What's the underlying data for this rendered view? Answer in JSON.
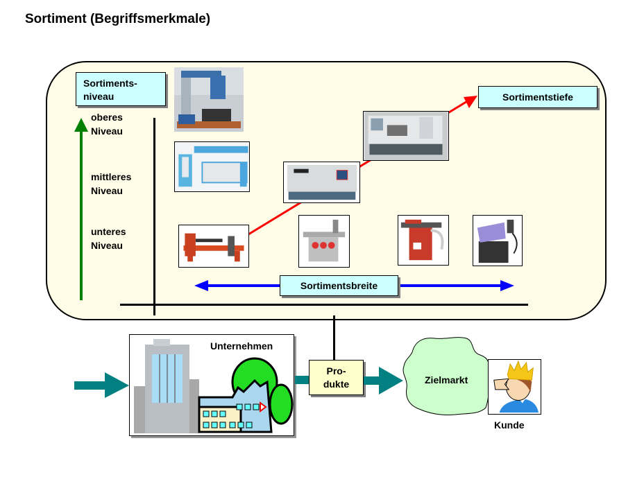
{
  "title": "Sortiment (Begriffsmerkmale)",
  "panel": {
    "niveau_label_line1": "Sortiments-",
    "niveau_label_line2": "niveau",
    "levels": [
      {
        "line1": "oberes",
        "line2": "Niveau"
      },
      {
        "line1": "mittleres",
        "line2": "Niveau"
      },
      {
        "line1": "unteres",
        "line2": "Niveau"
      }
    ],
    "tiefe_label": "Sortimentstiefe",
    "breite_label": "Sortimentsbreite",
    "images": {
      "upper": "radial-drill-machine",
      "middle": "laser-cutting-machine",
      "lower_depth_1": "wood-lathe",
      "lower_depth_2": "cnc-lathe-small",
      "lower_depth_3": "cnc-lathe-large",
      "width_2": "spindle-moulder",
      "width_3": "planer-thicknesser",
      "width_4": "band-saw"
    },
    "colors": {
      "level_arrow": "#008000",
      "depth_arrow": "#ff0000",
      "width_arrow": "#0000ff",
      "panel_bg": "#fffde7",
      "label_bg": "#ccffff"
    }
  },
  "flow": {
    "company_label": "Unternehmen",
    "products_line1": "Pro-",
    "products_line2": "dukte",
    "market_label": "Zielmarkt",
    "customer_label": "Kunde",
    "colors": {
      "flow_arrow": "#008080",
      "market_bg": "#ccffcc",
      "products_bg": "#ffffcc"
    }
  }
}
